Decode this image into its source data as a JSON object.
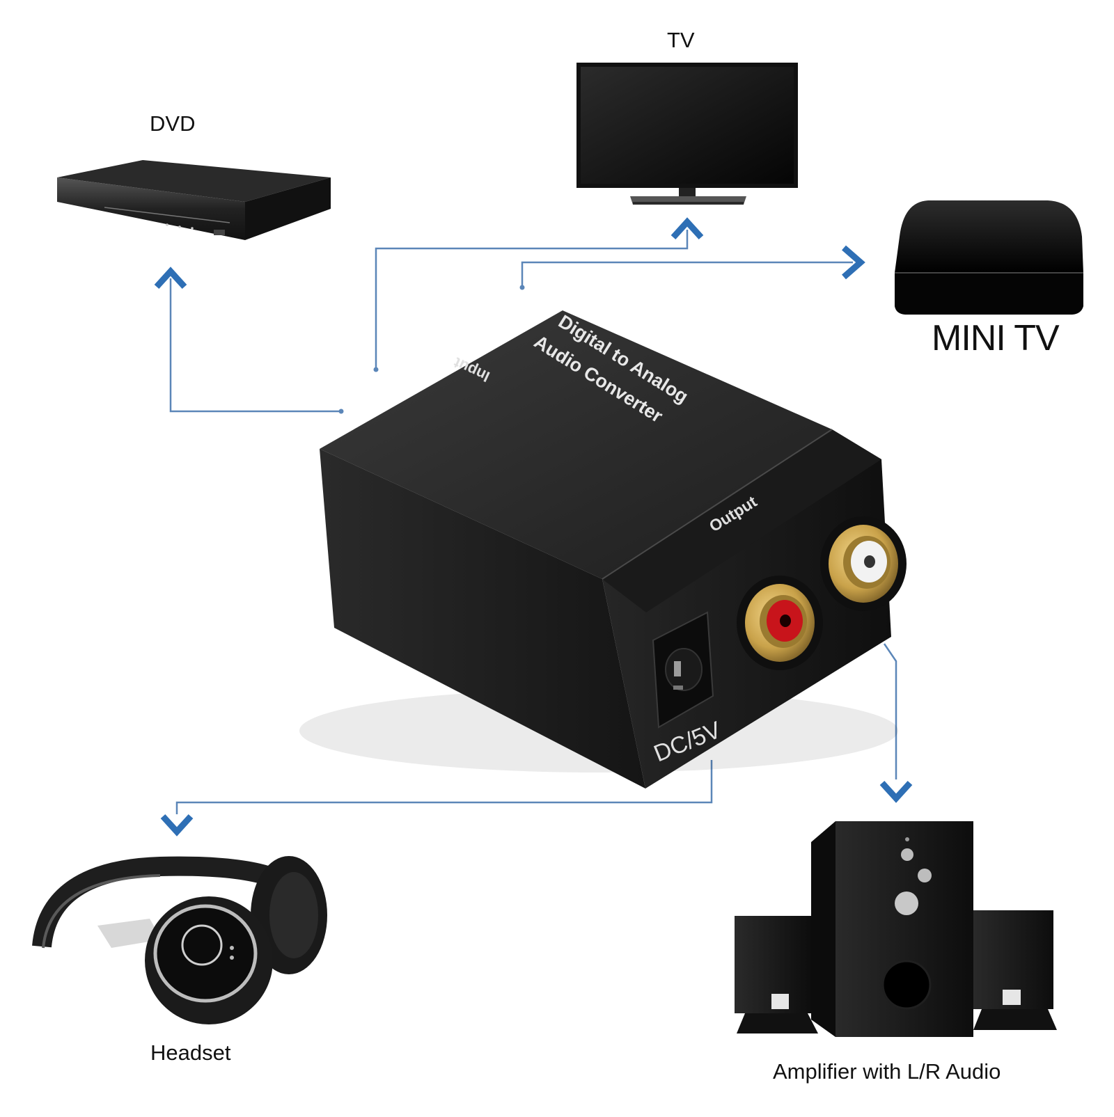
{
  "devices": {
    "tv": "TV",
    "dvd": "DVD",
    "mini_tv": "MINI TV",
    "headset": "Headset",
    "amplifier": "Amplifier with L/R Audio"
  },
  "converter": {
    "title_line1": "Digital  to Analog",
    "title_line2": "Audio Converter",
    "input_label": "Input",
    "output_label": "Output",
    "power_label": "DC/5V"
  },
  "colors": {
    "arrow": "#2e6fb5",
    "connector_line": "#5b86b8",
    "device_body": "#1c1c1c",
    "rca_left": "#c8141b",
    "rca_right": "#f2f2f2",
    "gold": "#c9a24a"
  }
}
